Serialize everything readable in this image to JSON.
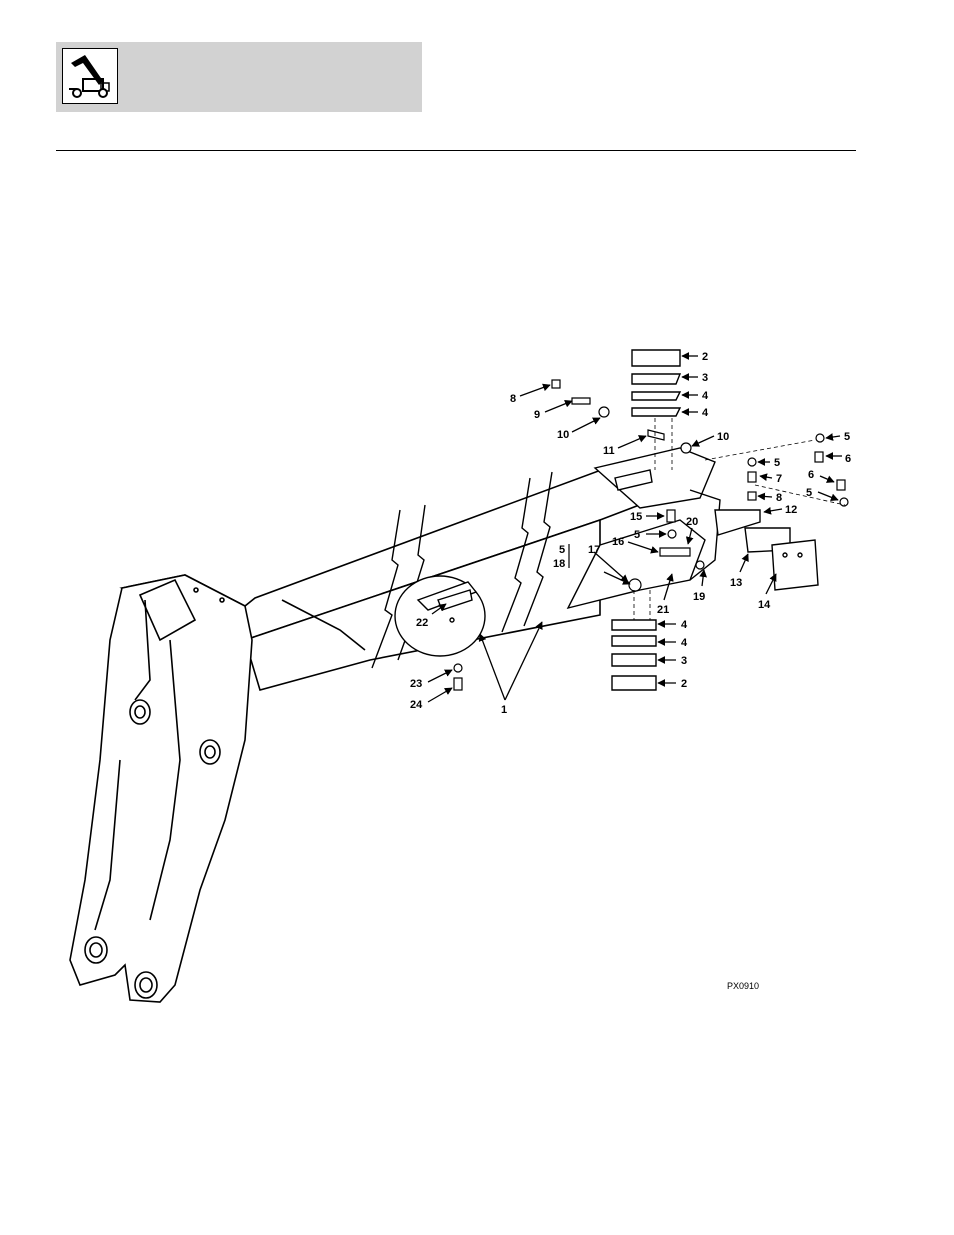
{
  "diagram": {
    "figure_code": "PX0910",
    "callouts": [
      {
        "id": "c-2a",
        "text": "2"
      },
      {
        "id": "c-3a",
        "text": "3"
      },
      {
        "id": "c-4a",
        "text": "4"
      },
      {
        "id": "c-4b",
        "text": "4"
      },
      {
        "id": "c-8a",
        "text": "8"
      },
      {
        "id": "c-9",
        "text": "9"
      },
      {
        "id": "c-10a",
        "text": "10"
      },
      {
        "id": "c-11",
        "text": "11"
      },
      {
        "id": "c-10b",
        "text": "10"
      },
      {
        "id": "c-5a",
        "text": "5"
      },
      {
        "id": "c-6a",
        "text": "6"
      },
      {
        "id": "c-5b",
        "text": "5"
      },
      {
        "id": "c-7",
        "text": "7"
      },
      {
        "id": "c-8b",
        "text": "8"
      },
      {
        "id": "c-6b",
        "text": "6"
      },
      {
        "id": "c-5c",
        "text": "5"
      },
      {
        "id": "c-12",
        "text": "12"
      },
      {
        "id": "c-15",
        "text": "15"
      },
      {
        "id": "c-5d",
        "text": "5"
      },
      {
        "id": "c-20",
        "text": "20"
      },
      {
        "id": "c-16",
        "text": "16"
      },
      {
        "id": "c-5e",
        "text": "5"
      },
      {
        "id": "c-17",
        "text": "17"
      },
      {
        "id": "c-18",
        "text": "18"
      },
      {
        "id": "c-13",
        "text": "13"
      },
      {
        "id": "c-14",
        "text": "14"
      },
      {
        "id": "c-19",
        "text": "19"
      },
      {
        "id": "c-21",
        "text": "21"
      },
      {
        "id": "c-22",
        "text": "22"
      },
      {
        "id": "c-4c",
        "text": "4"
      },
      {
        "id": "c-4d",
        "text": "4"
      },
      {
        "id": "c-3b",
        "text": "3"
      },
      {
        "id": "c-2b",
        "text": "2"
      },
      {
        "id": "c-23",
        "text": "23"
      },
      {
        "id": "c-24",
        "text": "24"
      },
      {
        "id": "c-1",
        "text": "1"
      }
    ]
  }
}
